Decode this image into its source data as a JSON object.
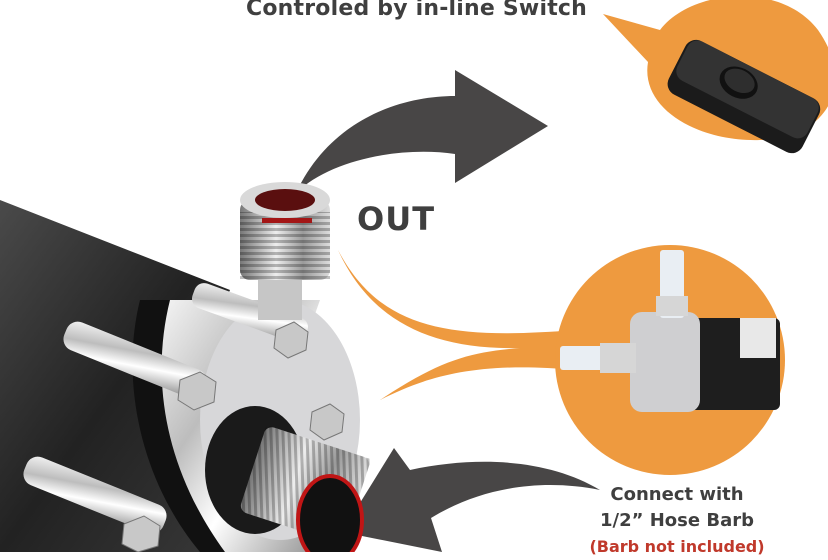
{
  "title": "Controled by in-line Switch",
  "out_label": "OUT",
  "inlet": {
    "line1": "Connect with",
    "line2": "1/2” Hose Barb",
    "note": "(Barb not included)"
  },
  "colors": {
    "accent_orange": "#EE9A3F",
    "arrow_gray": "#484646",
    "text_gray": "#3F3F3F",
    "note_red": "#C0392B",
    "pump_body": "#2B2B2B",
    "steel": "#C9C9CB"
  },
  "callouts": [
    {
      "name": "inline-switch-callout",
      "content": "in-line rocker switch"
    },
    {
      "name": "pump-with-hose-barbs-callout",
      "content": "pump head fitted with hose barbs"
    }
  ]
}
